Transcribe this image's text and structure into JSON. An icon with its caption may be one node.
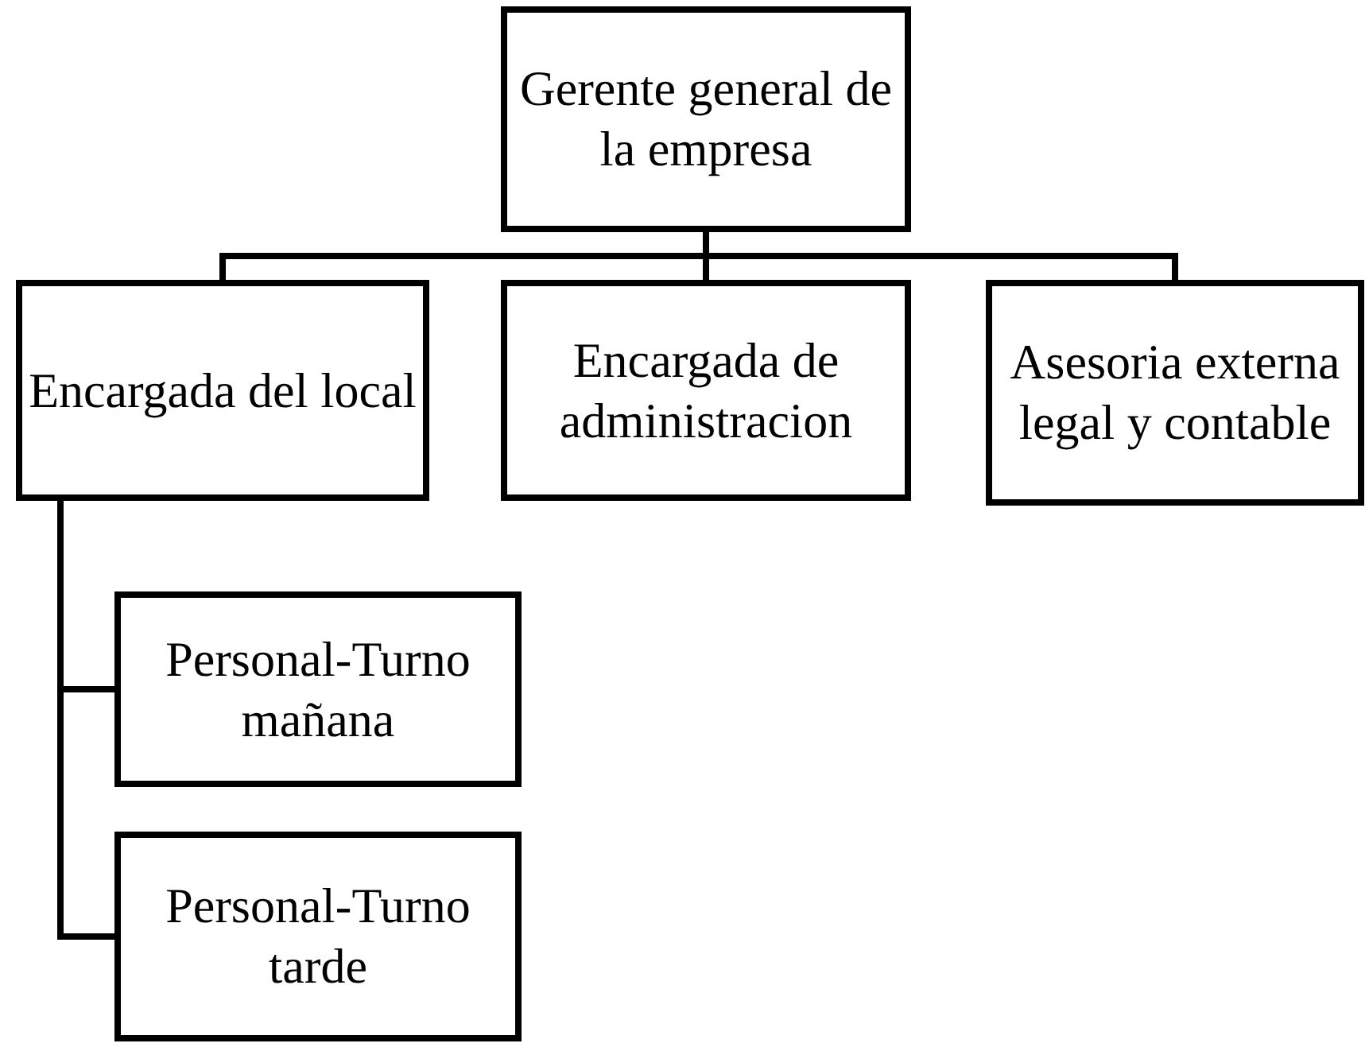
{
  "diagram": {
    "nodes": [
      {
        "text": [
          "Gerente general de la empresa"
        ]
      },
      {
        "text": [
          "Encargada del local"
        ]
      },
      {
        "text": [
          "Encargada de administracion"
        ]
      },
      {
        "text": [
          "Asesoria externa legal y contable"
        ]
      },
      {
        "text": [
          "Personal-Turno mañana"
        ]
      },
      {
        "text": [
          "Personal-Turno tarde"
        ]
      }
    ],
    "edges": [
      {
        "from": 0,
        "to": 1,
        "arrow": "none"
      },
      {
        "from": 0,
        "to": 2,
        "arrow": "none"
      },
      {
        "from": 0,
        "to": 3,
        "arrow": "none"
      },
      {
        "from": 1,
        "to": 4,
        "arrow": "none"
      },
      {
        "from": 1,
        "to": 5,
        "arrow": "none"
      }
    ]
  }
}
